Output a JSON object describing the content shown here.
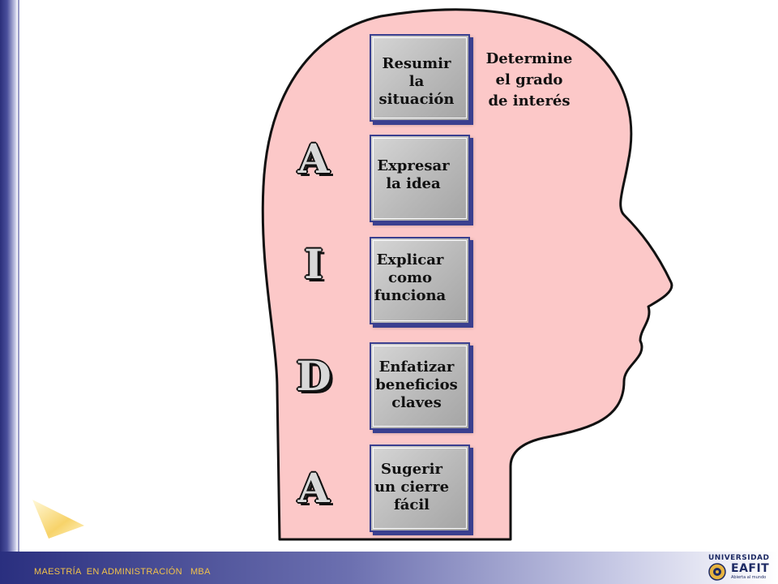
{
  "diagram": {
    "acronym_letters": [
      "A",
      "I",
      "D",
      "A"
    ],
    "steps": [
      "Resumir\nla\nsituación",
      "Expresar\nla idea",
      "Explicar\ncomo\nfunciona",
      "Enfatizar\nbeneficios\nclaves",
      "Sugerir\nun cierre\nfácil"
    ],
    "note": "Determine\nel grado\nde interés"
  },
  "footer": {
    "program": "MAESTRÍA  EN ADMINISTRACIÓN   MBA"
  },
  "logo": {
    "line1": "UNIVERSIDAD",
    "line2": "EAFIT",
    "line3": "Abierta al mundo"
  },
  "colors": {
    "head_fill": "#fcc8c8",
    "box_border": "#3a3f8f",
    "footer_text": "#f2c24a"
  }
}
